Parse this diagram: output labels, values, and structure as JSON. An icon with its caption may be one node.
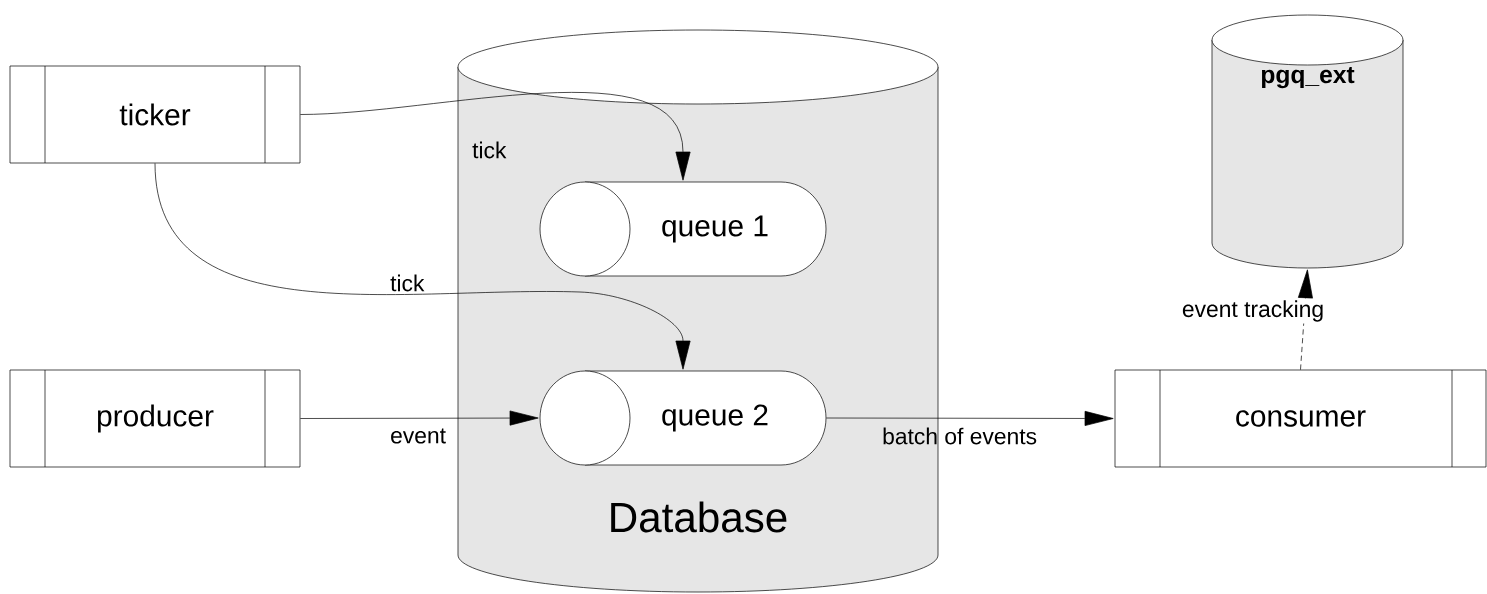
{
  "diagram": {
    "nodes": [
      {
        "text": [
          "ticker"
        ]
      },
      {
        "text": [
          "producer"
        ]
      },
      {
        "text": [
          "Database"
        ]
      },
      {
        "text": [
          "queue 1"
        ],
        "in": 2
      },
      {
        "text": [
          "queue 2"
        ],
        "in": 2
      },
      {
        "text": [
          "consumer"
        ]
      },
      {
        "text": [
          "pgq_ext"
        ]
      }
    ],
    "edges": [
      {
        "from": 0,
        "to": 3,
        "arrow": "to",
        "label": "tick"
      },
      {
        "from": 0,
        "to": 4,
        "arrow": "to",
        "label": "tick"
      },
      {
        "from": 1,
        "to": 4,
        "arrow": "to",
        "label": "event"
      },
      {
        "from": 4,
        "to": 5,
        "arrow": "to",
        "label": "batch of events"
      },
      {
        "from": 5,
        "to": 6,
        "arrow": "to",
        "label": "event tracking",
        "style": "dashed"
      }
    ]
  }
}
